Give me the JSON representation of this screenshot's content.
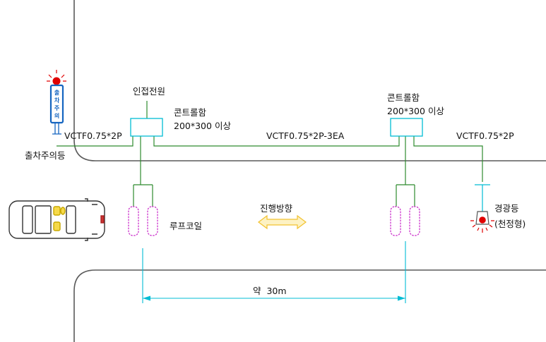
{
  "labels": {
    "adjacent_power": "인접전원",
    "control_box_left_line1": "콘트롤함",
    "control_box_left_line2": "200*300 이상",
    "control_box_right_line1": "콘트롤함",
    "control_box_right_line2": "200*300 이상",
    "cable_left": "VCTF0.75*2P",
    "cable_middle": "VCTF0.75*2P-3EA",
    "cable_right": "VCTF0.75*2P",
    "exit_warning_light": "출차주의등",
    "exit_sign_text": "출차주의",
    "loop_coil": "루프코일",
    "travel_direction": "진행방향",
    "warning_light_line1": "경광등",
    "warning_light_line2": "(천정형)",
    "distance": "약  30m"
  },
  "colors": {
    "road": "#5a5a5a",
    "cable": "#2e8b2e",
    "control_box": "#00bcd4",
    "loop_coil": "#cc33cc",
    "dimension": "#00bcd4",
    "arrow": "#f2c230",
    "warning_red": "#e00000",
    "sign_blue": "#1565c0"
  }
}
